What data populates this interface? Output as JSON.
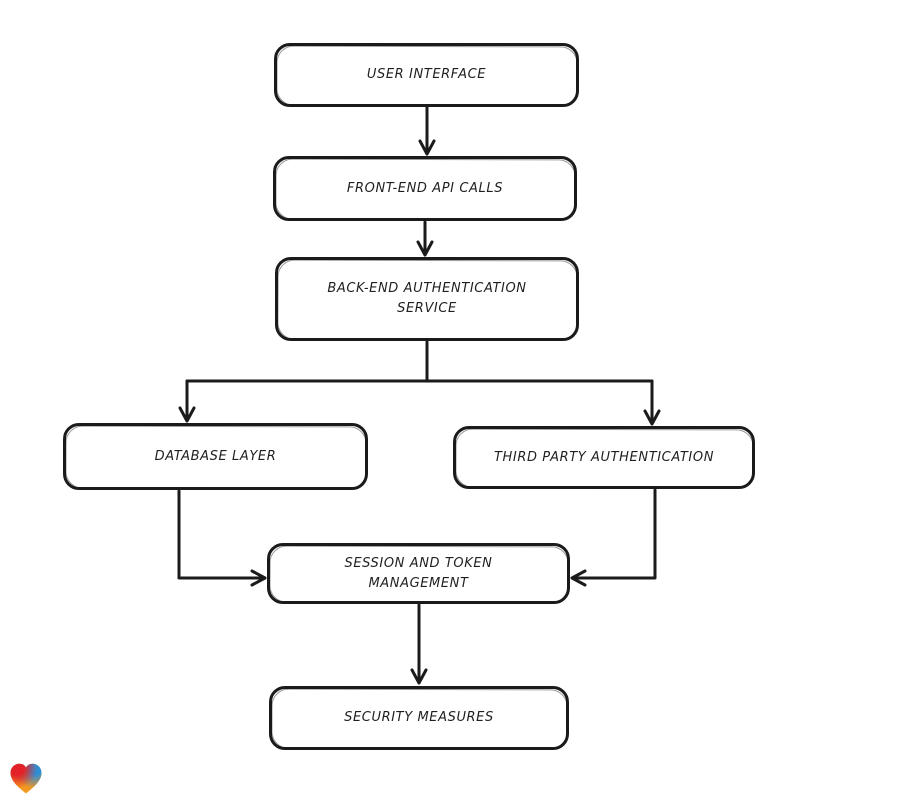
{
  "page": {
    "background_color": "#ffffff",
    "stroke_color": "#1b1b1b",
    "node_fill_color": "#ffffff"
  },
  "diagram": {
    "type": "flowchart",
    "nodes": [
      {
        "id": "user-interface",
        "label": "USER INTERFACE",
        "lines": [
          "USER INTERFACE"
        ]
      },
      {
        "id": "front-end-api-calls",
        "label": "FRONT-END API CALLS",
        "lines": [
          "FRONT-END API CALLS"
        ]
      },
      {
        "id": "back-end-authentication-service",
        "label": "BACK-END AUTHENTICATION SERVICE",
        "lines": [
          "BACK-END AUTHENTICATION",
          "SERVICE"
        ]
      },
      {
        "id": "database-layer",
        "label": "DATABASE LAYER",
        "lines": [
          "DATABASE LAYER"
        ]
      },
      {
        "id": "third-party-authentication",
        "label": "THIRD PARTY AUTHENTICATION",
        "lines": [
          "THIRD PARTY AUTHENTICATION"
        ]
      },
      {
        "id": "session-and-token-management",
        "label": "SESSION AND TOKEN MANAGEMENT",
        "lines": [
          "SESSION AND TOKEN",
          "MANAGEMENT"
        ]
      },
      {
        "id": "security-measures",
        "label": "SECURITY MEASURES",
        "lines": [
          "SECURITY MEASURES"
        ]
      }
    ],
    "edges": [
      {
        "from": "user-interface",
        "to": "front-end-api-calls"
      },
      {
        "from": "front-end-api-calls",
        "to": "back-end-authentication-service"
      },
      {
        "from": "back-end-authentication-service",
        "to": "database-layer"
      },
      {
        "from": "back-end-authentication-service",
        "to": "third-party-authentication"
      },
      {
        "from": "database-layer",
        "to": "session-and-token-management"
      },
      {
        "from": "third-party-authentication",
        "to": "session-and-token-management"
      },
      {
        "from": "session-and-token-management",
        "to": "security-measures"
      }
    ]
  },
  "logo": {
    "name": "gradient-heart-logo",
    "colors": {
      "red": "#e32128",
      "green": "#53a63d",
      "blue": "#2e8fd5",
      "orange": "#f6a01c"
    }
  }
}
